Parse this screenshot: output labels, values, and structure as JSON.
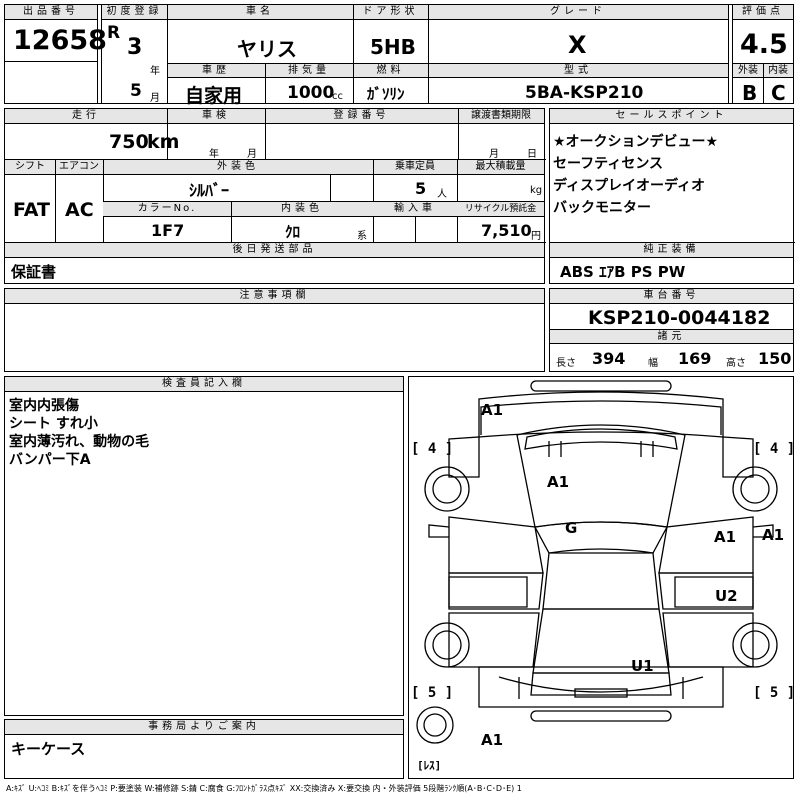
{
  "headers": {
    "lot_no": "出品番号",
    "first_reg": "初度登録",
    "car_name": "車名",
    "door": "ドア形状",
    "grade": "グレード",
    "score": "評価点",
    "history": "車歴",
    "displacement": "排気量",
    "fuel": "燃料",
    "model_type": "型式",
    "exterior": "外装",
    "interior": "内装",
    "mileage": "走行",
    "inspection": "車検",
    "reg_no": "登録番号",
    "transfer_deadline": "譲渡書類期限",
    "sales_points": "セールスポイント",
    "shift": "シフト",
    "aircon": "エアコン",
    "exterior_color": "外装色",
    "capacity": "乗車定員",
    "max_load": "最大積載量",
    "color_no": "カラーNo.",
    "interior_color": "内装色",
    "import": "輸入車",
    "recycle": "リサイクル預託金",
    "later_items": "後日発送部品",
    "genuine_equipment": "純正装備",
    "notes": "注意事項欄",
    "chassis_no": "車台番号",
    "dimensions": "諸元",
    "inspector": "検査員記入欄",
    "office": "事務局よりご案内"
  },
  "vehicle": {
    "lot_no": "12658",
    "era": "R",
    "reg_year": "3",
    "year_unit": "年",
    "reg_month": "5",
    "month_unit": "月",
    "car_name": "ヤリス",
    "door": "5HB",
    "grade": "X",
    "score": "4.5",
    "history": "自家用",
    "displacement": "1000",
    "displacement_unit": "cc",
    "fuel": "ｶﾞｿﾘﾝ",
    "model_type": "5BA-KSP210",
    "exterior_grade": "B",
    "interior_grade": "C",
    "mileage": "750",
    "mileage_unit": "km",
    "inspection_year_unit": "年",
    "inspection_month_unit": "月",
    "deadline_month_unit": "月",
    "deadline_day_unit": "日",
    "shift": "FAT",
    "aircon": "AC",
    "exterior_color": "ｼﾙﾊﾞｰ",
    "capacity": "5",
    "capacity_unit": "人",
    "load_unit": "kg",
    "color_no": "1F7",
    "interior_color": "ｸﾛ",
    "interior_color_unit": "系",
    "recycle": "7,510",
    "recycle_unit": "円",
    "later_items": "保証書",
    "chassis_no": "KSP210-0044182",
    "length_label": "長さ",
    "length": "394",
    "width_label": "幅",
    "width": "169",
    "height_label": "高さ",
    "height": "150"
  },
  "sales_points": [
    "★オークションデビュー★",
    "セーフティセンス",
    "ディスプレイオーディオ",
    "バックモニター"
  ],
  "genuine_equipment": "ABS ｴｱB PS PW",
  "inspector_notes": [
    "室内内張傷",
    "シート すれ小",
    "室内薄汚れ、動物の毛",
    "バンパー下A"
  ],
  "office_notes": "キーケース",
  "diagram": {
    "marks": [
      "A1",
      "A1",
      "G",
      "A1",
      "A1",
      "U2",
      "U1",
      "A1"
    ],
    "tires": [
      "[ 4 ]",
      "[ 4 ]",
      "[ 5 ]",
      "[ 5 ]",
      "[ﾚｽ]"
    ]
  },
  "legend": "A:ｷｽﾞ U:ﾍｺﾐ B:ｷｽﾞを伴うﾍｺﾐ P:要塗装 W:補修跡 S:錆 C:腐食 G:ﾌﾛﾝﾄｶﾞﾗｽ点ｷｽﾞ XX:交換済み X:要交換 内・外装評価 5段階ﾗﾝｸ順(A･B･C･D･E) 1"
}
